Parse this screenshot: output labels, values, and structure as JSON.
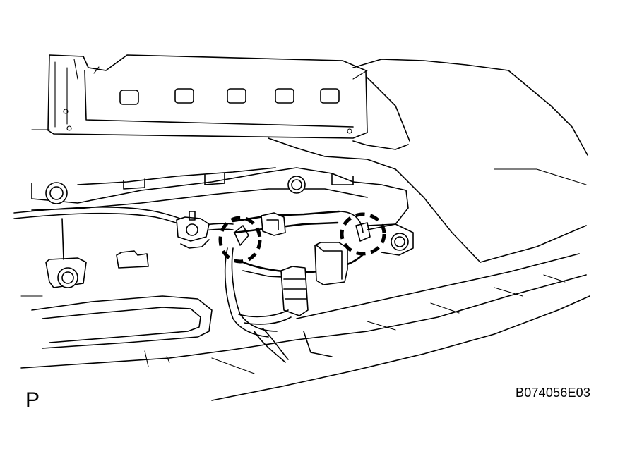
{
  "view_marker": "P",
  "figure_code": "B074056E03",
  "callouts": [
    {
      "name": "clip-callout-left",
      "style": "dashed-circle"
    },
    {
      "name": "clip-callout-right",
      "style": "dashed-circle"
    }
  ]
}
